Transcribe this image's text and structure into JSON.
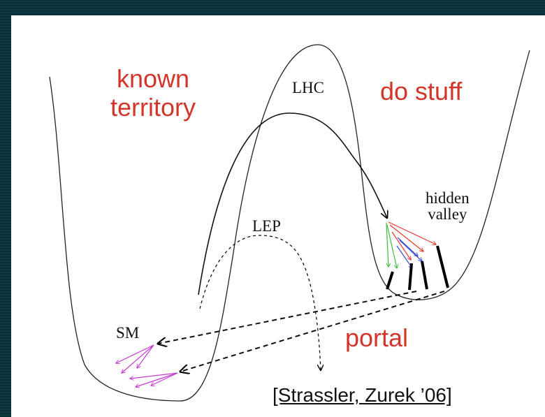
{
  "labels": {
    "known_line1": "known",
    "known_line2": "territory",
    "do_stuff": "do stuff",
    "lhc": "LHC",
    "lep": "LEP",
    "hidden_line1": "hidden",
    "hidden_line2": "valley",
    "sm": "SM",
    "portal": "portal",
    "citation": "[Strassler, Zurek ’06]"
  },
  "colors": {
    "text_red": "#d2352a",
    "frame_background": "#0b2f37",
    "arrow_red": "#e8392f",
    "arrow_green": "#3bbf3b",
    "arrow_blue": "#3f4fd6",
    "arrow_magenta": "#c53cd0"
  }
}
